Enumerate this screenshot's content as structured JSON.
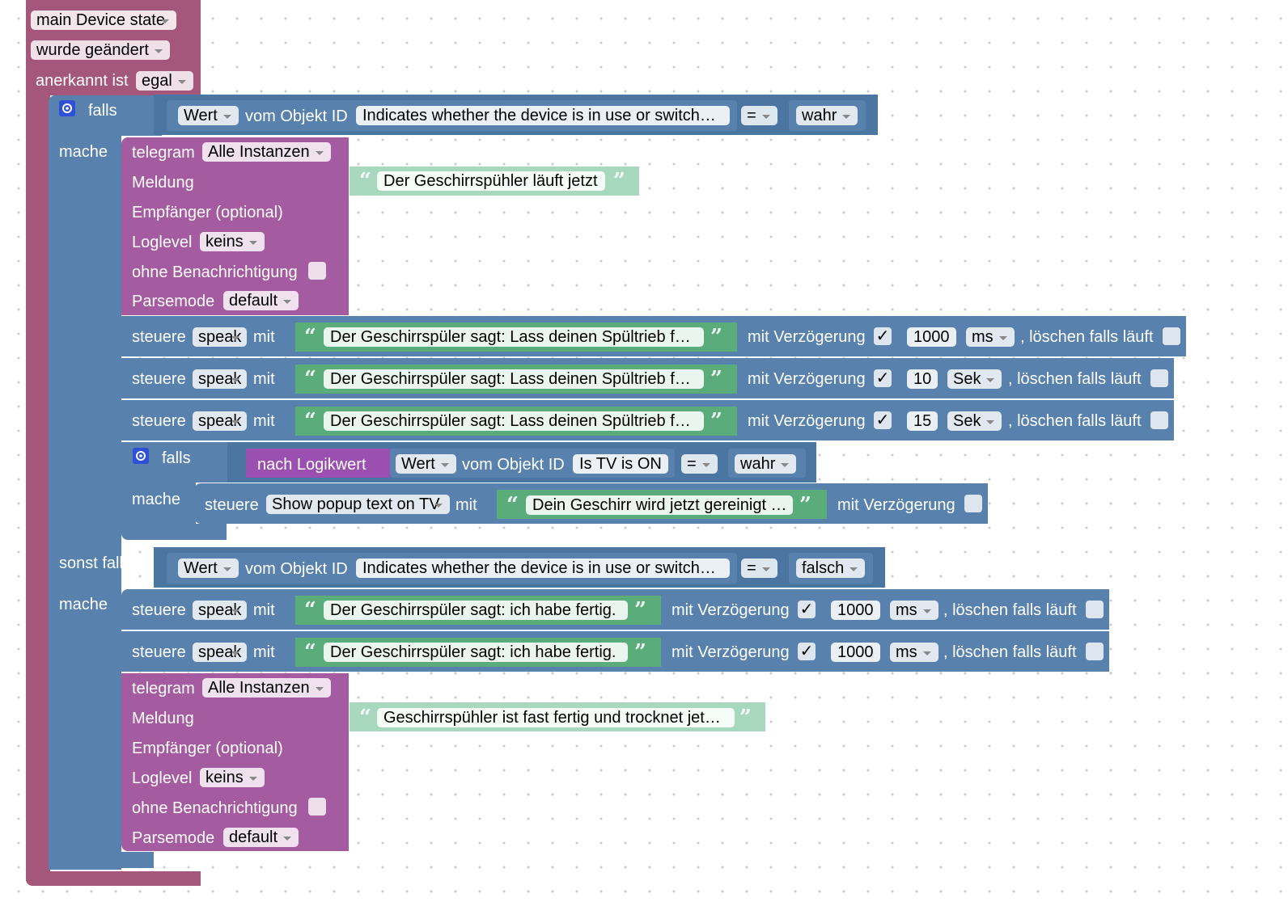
{
  "trigger": {
    "object": "main Device state",
    "mode": "wurde geändert",
    "ack_label": "anerkannt ist",
    "ack_value": "egal"
  },
  "if1": {
    "falls_label": "falls",
    "mache_label": "mache",
    "cond": {
      "wert": "Wert",
      "vom": "vom Objekt ID",
      "id": "Indicates whether the device is in use or switch…",
      "op": "=",
      "value": "wahr"
    }
  },
  "telegram1": {
    "label": "telegram",
    "instance": "Alle Instanzen",
    "meldung_label": "Meldung",
    "meldung": "Der Geschirrspühler läuft jetzt",
    "empf_label": "Empfänger (optional)",
    "loglevel_label": "Loglevel",
    "loglevel": "keins",
    "ohne_label": "ohne Benachrichtigung",
    "parse_label": "Parsemode",
    "parse": "default"
  },
  "speak1": [
    {
      "steuere": "steuere",
      "target": "speak",
      "mit": "mit",
      "text": "Der Geschirrspüler sagt: Lass deinen Spültrieb f…",
      "delay_label": "mit Verzögerung",
      "checked": "✓",
      "value": "1000",
      "unit": "ms",
      "clear_label": ", löschen falls läuft"
    },
    {
      "steuere": "steuere",
      "target": "speak",
      "mit": "mit",
      "text": "Der Geschirrspüler sagt: Lass deinen Spültrieb f…",
      "delay_label": "mit Verzögerung",
      "checked": "✓",
      "value": "10",
      "unit": "Sek",
      "clear_label": ", löschen falls läuft"
    },
    {
      "steuere": "steuere",
      "target": "speak",
      "mit": "mit",
      "text": "Der Geschirrspüler sagt: Lass deinen Spültrieb f…",
      "delay_label": "mit Verzögerung",
      "checked": "✓",
      "value": "15",
      "unit": "Sek",
      "clear_label": ", löschen falls läuft"
    }
  ],
  "if2": {
    "falls_label": "falls",
    "mache_label": "mache",
    "logik": "nach Logikwert",
    "cond": {
      "wert": "Wert",
      "vom": "vom Objekt ID",
      "id": "Is TV is ON",
      "op": "=",
      "value": "wahr"
    },
    "action": {
      "steuere": "steuere",
      "target": "Show popup text on TV",
      "mit": "mit",
      "text": "Dein Geschirr wird jetzt gereinigt …",
      "delay_label": "mit Verzögerung"
    }
  },
  "elseif": {
    "label": "sonst falls",
    "mache_label": "mache",
    "cond": {
      "wert": "Wert",
      "vom": "vom Objekt ID",
      "id": "Indicates whether the device is in use or switch…",
      "op": "=",
      "value": "falsch"
    }
  },
  "speak2": [
    {
      "steuere": "steuere",
      "target": "speak",
      "mit": "mit",
      "text": "Der Geschirrspüler sagt: ich habe fertig.",
      "delay_label": "mit Verzögerung",
      "checked": "✓",
      "value": "1000",
      "unit": "ms",
      "clear_label": ", löschen falls läuft"
    },
    {
      "steuere": "steuere",
      "target": "speak",
      "mit": "mit",
      "text": "Der Geschirrspüler sagt: ich habe fertig.",
      "delay_label": "mit Verzögerung",
      "checked": "✓",
      "value": "1000",
      "unit": "ms",
      "clear_label": ", löschen falls läuft"
    }
  ],
  "telegram2": {
    "label": "telegram",
    "instance": "Alle Instanzen",
    "meldung_label": "Meldung",
    "meldung": "Geschirrspühler ist fast fertig und trocknet jet…",
    "empf_label": "Empfänger (optional)",
    "loglevel_label": "Loglevel",
    "loglevel": "keins",
    "ohne_label": "ohne Benachrichtigung",
    "parse_label": "Parsemode",
    "parse": "default"
  },
  "quotes": {
    "open": "“",
    "close": "”"
  },
  "colors": {
    "trigger": "#a5577b",
    "control": "#5882ad",
    "telegram": "#a45ba0",
    "text": "#5aac7a",
    "logic": "#9b4fb0"
  }
}
